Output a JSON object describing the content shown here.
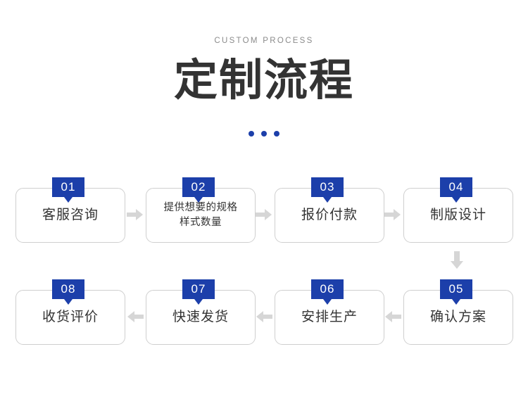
{
  "header": {
    "eyebrow": "CUSTOM PROCESS",
    "title": "定制流程",
    "dots_count": 3,
    "accent_color": "#1c3faa",
    "title_color": "#333333",
    "eyebrow_color": "#8b8b8b"
  },
  "flow": {
    "arrow_color": "#d6d6d6",
    "card_border_color": "#cfcfcf",
    "row1": [
      {
        "number": "01",
        "label": "客服咨询",
        "two_line": false
      },
      {
        "number": "02",
        "label": "提供想要的规格\n样式数量",
        "two_line": true
      },
      {
        "number": "03",
        "label": "报价付款",
        "two_line": false
      },
      {
        "number": "04",
        "label": "制版设计",
        "two_line": false
      }
    ],
    "row2": [
      {
        "number": "08",
        "label": "收货评价",
        "two_line": false
      },
      {
        "number": "07",
        "label": "快速发货",
        "two_line": false
      },
      {
        "number": "06",
        "label": "安排生产",
        "two_line": false
      },
      {
        "number": "05",
        "label": "确认方案",
        "two_line": false
      }
    ]
  }
}
